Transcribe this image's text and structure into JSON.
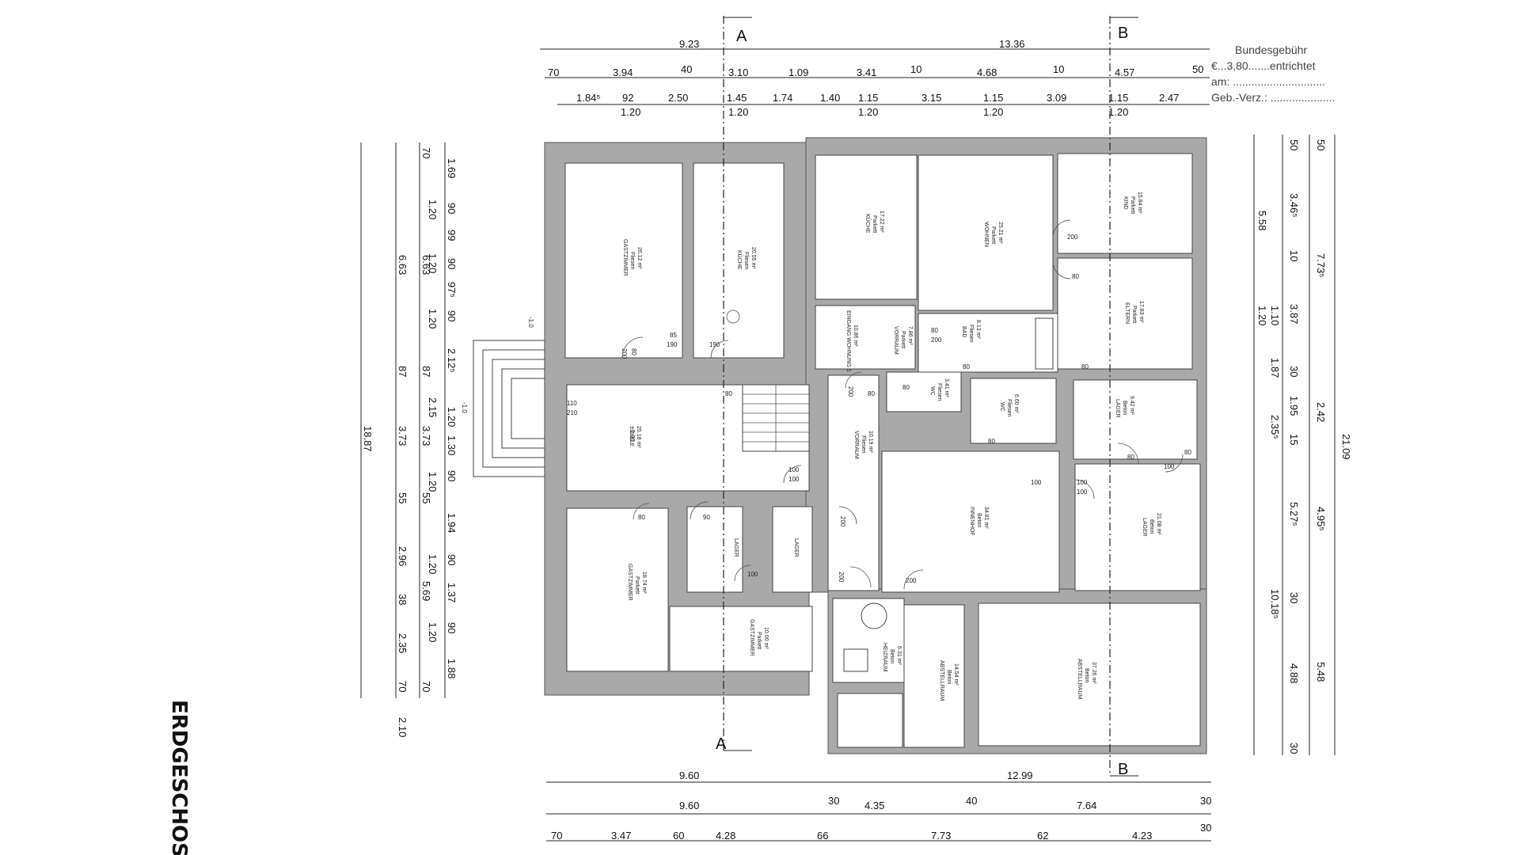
{
  "title": "ERDGESCHOSS",
  "section_labels": {
    "a_top": "A",
    "a_bottom": "A",
    "b_top": "B",
    "b_bottom": "B"
  },
  "stamp": {
    "line1": "Bundesgebühr",
    "line2": "€...3,80.......entrichtet",
    "line3": "am: ..............................",
    "line4": "Geb.-Verz.: ....................."
  },
  "top_dims": {
    "row1": [
      "9.23",
      "13.36"
    ],
    "row2": [
      "70",
      "3.94",
      "40",
      "3.10",
      "1.09",
      "3.41",
      "10",
      "4.68",
      "10",
      "4.57",
      "50"
    ],
    "row3": [
      "1.84⁵",
      "92",
      "2.50",
      "1.45",
      "1.74",
      "1.40",
      "1.15",
      "3.15",
      "1.15",
      "3.09",
      "1.15",
      "2.47"
    ],
    "row3b": [
      "1.20",
      "1.20",
      "1.20",
      "1.20",
      "1.20"
    ]
  },
  "bottom_dims": {
    "row1": [
      "9.60",
      "12.99"
    ],
    "row2": [
      "9.60",
      "30",
      "4.35",
      "40",
      "7.64",
      "30"
    ],
    "row3": [
      "70",
      "3.47",
      "60",
      "4.28",
      "66",
      "7.73",
      "62",
      "4.23",
      "30"
    ]
  },
  "left_dims": {
    "col1": [
      "18.87"
    ],
    "col2": [
      "6.63",
      "87",
      "3.73",
      "55",
      "2.96",
      "38",
      "2.35",
      "70",
      "2.10"
    ],
    "col3": [
      "70",
      "6.63",
      "87",
      "3.73",
      "55",
      "5.69",
      "70"
    ],
    "col4": [
      "1.69",
      "90",
      "99",
      "90",
      "97⁵",
      "90",
      "2.12⁵",
      "1.20",
      "1.30",
      "90",
      "1.94",
      "90",
      "1.37",
      "90",
      "1.88"
    ],
    "col4b": [
      "1.20",
      "1.20",
      "1.20",
      "2.15",
      "1.20",
      "1.20",
      "1.20"
    ]
  },
  "right_dims": {
    "col1": [
      "50",
      "3.46⁵",
      "10",
      "3.87",
      "30",
      "1.95",
      "15",
      "5.27⁵",
      "30",
      "4.88",
      "30"
    ],
    "col1b": [
      "5.58",
      "1.20",
      "1.10",
      "1.87",
      "2.35⁵",
      "10.18⁵"
    ],
    "col2": [
      "50",
      "7.73⁵",
      "2.42",
      "4.95⁵",
      "5.48"
    ],
    "col3": [
      "21.09"
    ]
  },
  "rooms": [
    {
      "name": "GASTZIMMER",
      "floor": "Fliesen",
      "area": "26.12 m²"
    },
    {
      "name": "KÜCHE",
      "floor": "Fliesen",
      "area": "20.55 m²"
    },
    {
      "name": "KÜCHE",
      "floor": "Parkett",
      "area": "17.22 m²"
    },
    {
      "name": "WOHNEN",
      "floor": "Parkett",
      "area": "25.21 m²"
    },
    {
      "name": "KIND",
      "floor": "Parkett",
      "area": "15.84 m²"
    },
    {
      "name": "ELTERN",
      "floor": "Parkett",
      "area": "17.83 m²"
    },
    {
      "name": "EINGANG WOHNUNG 1",
      "floor": "",
      "area": "10.86 m²"
    },
    {
      "name": "VORRAUM",
      "floor": "Parkett",
      "area": "7.86 m²"
    },
    {
      "name": "BAD",
      "floor": "Fliesen",
      "area": "8.13 m²"
    },
    {
      "name": "DIELE",
      "floor": "",
      "area": "25.18 m²"
    },
    {
      "name": "WC",
      "floor": "Fliesen",
      "area": "3.41 m²"
    },
    {
      "name": "WC",
      "floor": "Fliesen",
      "area": "6.60 m²"
    },
    {
      "name": "LAGER",
      "floor": "Beton",
      "area": "9.42 m²"
    },
    {
      "name": "VORRAUM",
      "floor": "Fliesen",
      "area": "10.19 m²"
    },
    {
      "name": "INNENHOF",
      "floor": "Beton",
      "area": "34.81 m²"
    },
    {
      "name": "LAGER",
      "floor": "Beton",
      "area": "21.08 m²"
    },
    {
      "name": "GASTZIMMER",
      "floor": "Parkett",
      "area": "18.74 m²"
    },
    {
      "name": "LAGER",
      "floor": "",
      "area": ""
    },
    {
      "name": "LAGER",
      "floor": "",
      "area": ""
    },
    {
      "name": "GASTZIMMER",
      "floor": "Parkett",
      "area": "10.00 m²"
    },
    {
      "name": "HEIZRAUM",
      "floor": "Beton",
      "area": "6.31 m²"
    },
    {
      "name": "ABSTELLRAUM",
      "floor": "Beton",
      "area": "14.54 m²"
    },
    {
      "name": "ABSTELLRAUM",
      "floor": "Beton",
      "area": "37.26 m²"
    }
  ],
  "door_labels": [
    "85",
    "190",
    "200",
    "80",
    "190",
    "80",
    "200",
    "80",
    "200",
    "80",
    "200",
    "110",
    "210",
    "100",
    "100",
    "80",
    "80",
    "100",
    "100",
    "80",
    "80",
    "200",
    "200",
    "80",
    "90",
    "100",
    "200",
    "100",
    "100",
    "80",
    "80",
    "80"
  ],
  "level_marks": [
    "-1.0",
    "±0.00",
    "-1.0"
  ]
}
